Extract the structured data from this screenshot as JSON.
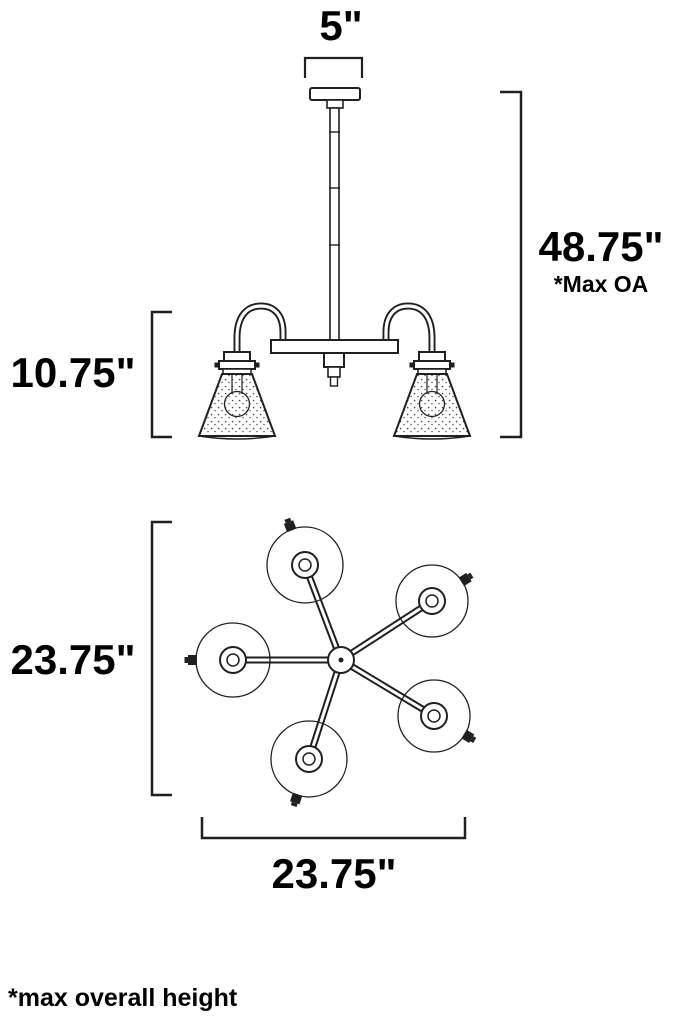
{
  "diagram": {
    "side": {
      "canopy_width": "5\"",
      "max_height": "48.75\"",
      "max_height_note": "*Max OA",
      "body_height": "10.75\""
    },
    "plan": {
      "diameter_vertical": "23.75\"",
      "diameter_horizontal": "23.75\""
    },
    "footnote": "*max overall height",
    "colors": {
      "line": "#231f20",
      "text": "#000000",
      "background": "#ffffff"
    }
  }
}
